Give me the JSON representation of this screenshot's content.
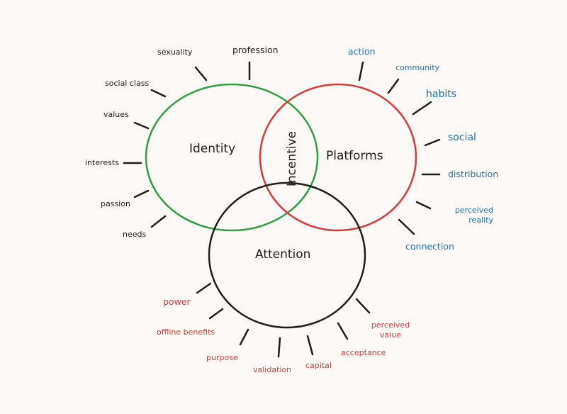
{
  "diagram": {
    "circles": {
      "identity": {
        "label": "Identity",
        "color": "#2f9e44"
      },
      "platforms": {
        "label": "Platforms",
        "color": "#d63a3a"
      },
      "attention": {
        "label": "Attention",
        "color": "#1e1e1e"
      }
    },
    "center_label": "Incentive",
    "identity_terms": [
      "sexuality",
      "profession",
      "social class",
      "values",
      "interests",
      "passion",
      "needs"
    ],
    "platform_terms": [
      "action",
      "community",
      "habits",
      "social",
      "distribution",
      "perceived reality",
      "connection"
    ],
    "attention_terms": [
      "power",
      "offline benefits",
      "purpose",
      "validation",
      "capital",
      "acceptance",
      "perceived value"
    ],
    "colors": {
      "identity_text": "#1e1e1e",
      "platform_text": "#1c6fb4",
      "attention_text": "#d63a3a"
    }
  }
}
